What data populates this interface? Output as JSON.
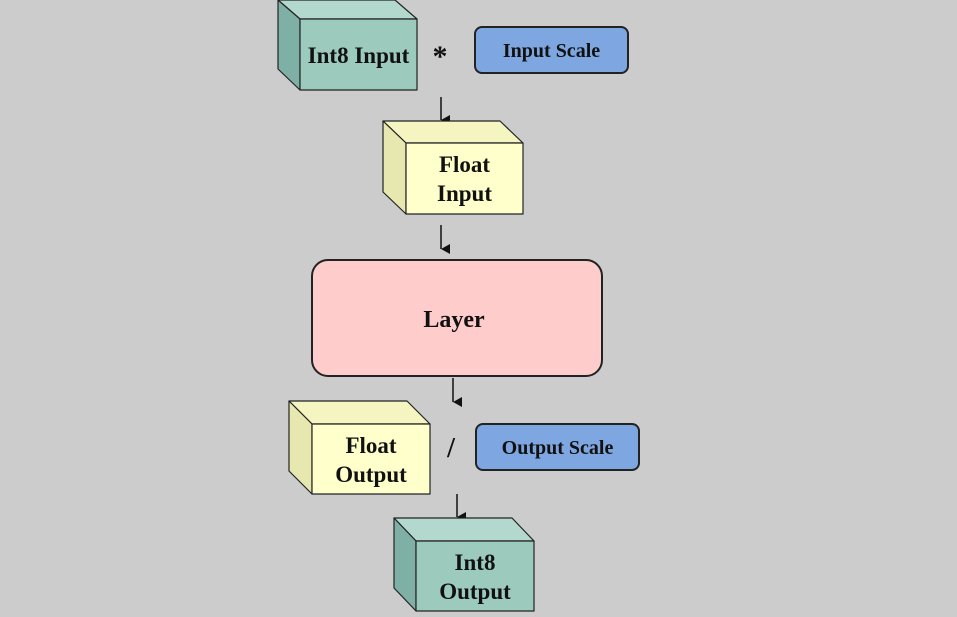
{
  "nodes": {
    "int8_input": {
      "lines": [
        "Int8 Input"
      ]
    },
    "input_scale": {
      "lines": [
        "Input Scale"
      ]
    },
    "float_input": {
      "lines": [
        "Float",
        "Input"
      ]
    },
    "layer": {
      "lines": [
        "Layer"
      ]
    },
    "float_output": {
      "lines": [
        "Float",
        "Output"
      ]
    },
    "output_scale": {
      "lines": [
        "Output Scale"
      ]
    },
    "int8_output": {
      "lines": [
        "Int8",
        "Output"
      ]
    }
  },
  "operators": {
    "multiply": "*",
    "divide": "/"
  },
  "colors": {
    "background": "#cccccc",
    "teal_front": "#9ccabd",
    "teal_side": "#7fb0a5",
    "teal_top": "#b3d8ce",
    "yellow_front": "#ffffcc",
    "yellow_side": "#e7e7b0",
    "yellow_top": "#f5f5c2",
    "blue": "#7ea6e0",
    "pink": "#ffcccc",
    "stroke": "#222222"
  }
}
